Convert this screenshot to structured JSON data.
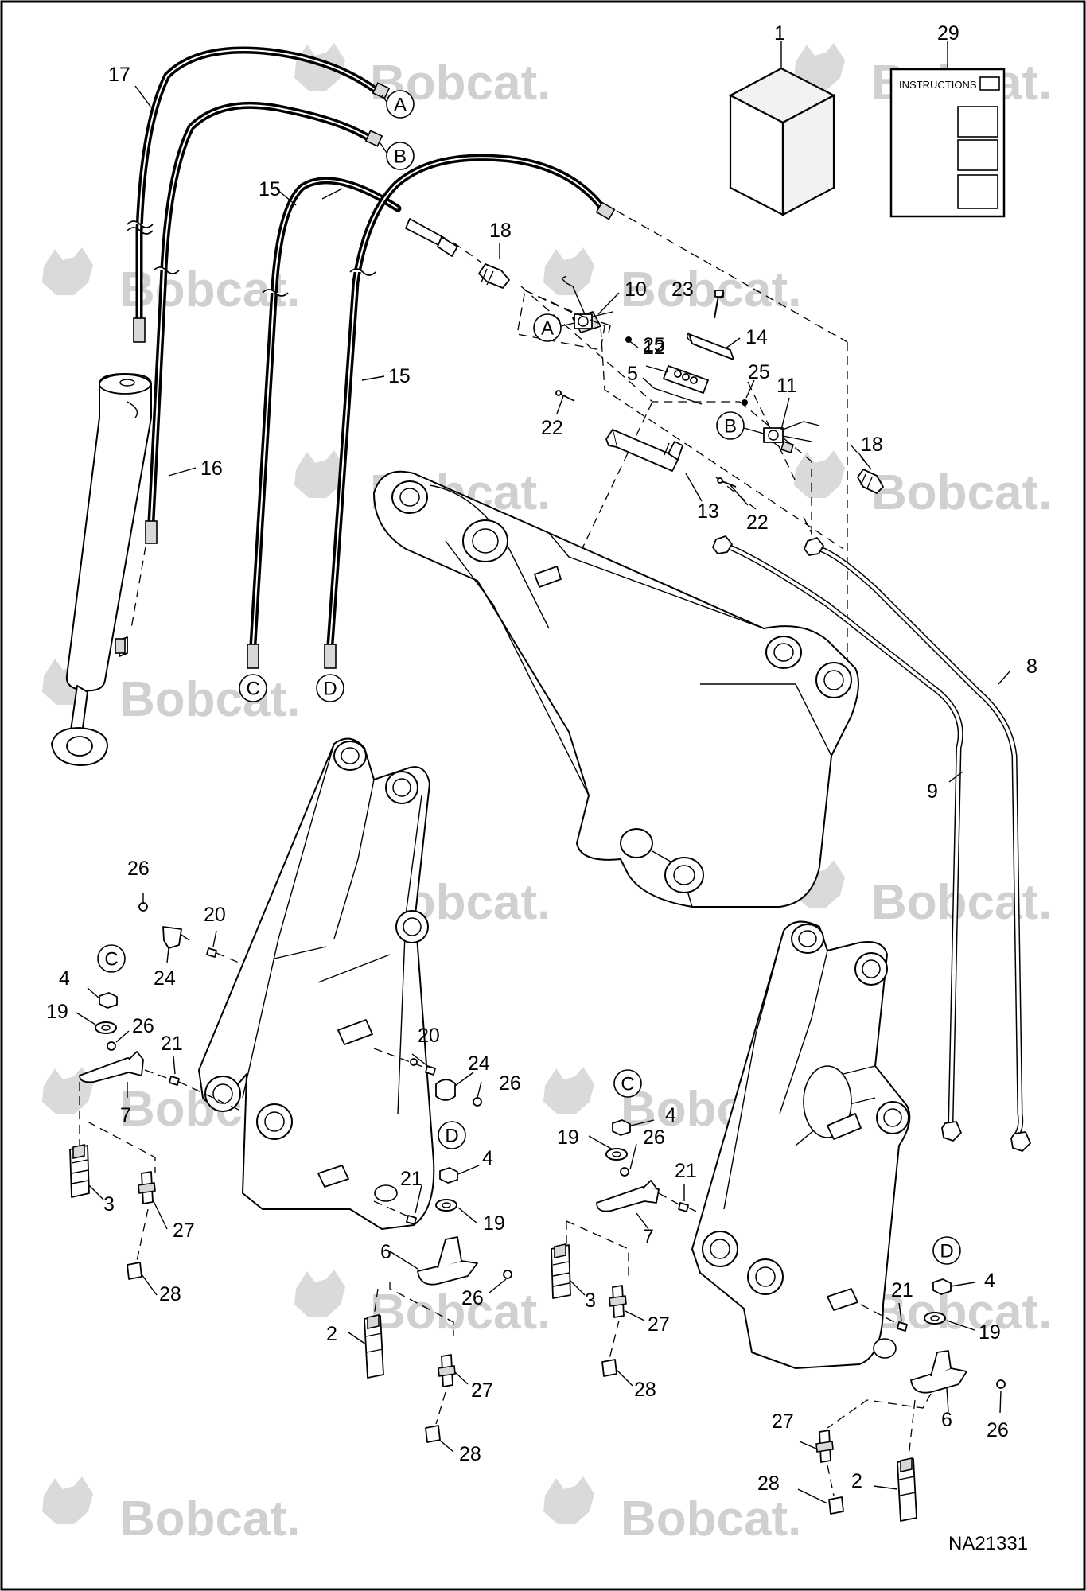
{
  "watermark": {
    "text": "Bobcat.",
    "logo_icon": "bobcat-head-icon"
  },
  "figure_id": "NA21331",
  "instructions_label": "INSTRUCTIONS",
  "callouts": {
    "a": "A",
    "b": "B",
    "c": "C",
    "d": "D"
  },
  "part_numbers": {
    "p1": "1",
    "p2": "2",
    "p3": "3",
    "p4": "4",
    "p5": "5",
    "p6": "6",
    "p7": "7",
    "p8": "8",
    "p9": "9",
    "p10": "10",
    "p11": "11",
    "p12": "12",
    "p13": "13",
    "p14": "14",
    "p15": "15",
    "p16": "16",
    "p17": "17",
    "p18": "18",
    "p19": "19",
    "p20": "20",
    "p21": "21",
    "p22": "22",
    "p23": "23",
    "p24": "24",
    "p25": "25",
    "p26": "26",
    "p27": "27",
    "p28": "28",
    "p29": "29"
  }
}
